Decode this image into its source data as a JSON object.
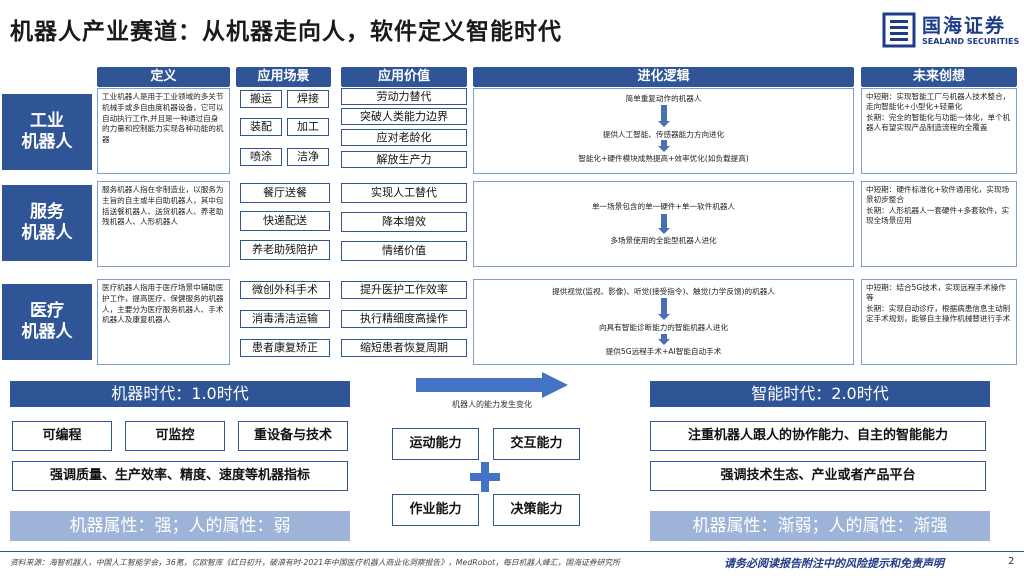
{
  "header": {
    "title": "机器人产业赛道：从机器走向人，软件定义智能时代",
    "logo_cn": "国海证券",
    "logo_en": "SEALAND SECURITIES"
  },
  "columns": [
    "定义",
    "应用场景",
    "应用价值",
    "进化逻辑",
    "未来创想"
  ],
  "rows": [
    {
      "label_line1": "工业",
      "label_line2": "机器人",
      "definition": "工业机器人是用于工业领域的多关节机械手或多自由度机器设备，它可以自动执行工作,并且是一种通过自身的力量和控制能力实现各种功能的机器",
      "scenarios": [
        "搬运",
        "焊接",
        "装配",
        "加工",
        "喷涂",
        "洁净"
      ],
      "values": [
        "劳动力替代",
        "突破人类能力边界",
        "应对老龄化",
        "解放生产力"
      ],
      "logic": [
        "简单重复动作的机器人",
        "提供人工智能、传感器能力方向进化",
        "智能化+硬件模块成熟提高+效率优化(如负载提高)"
      ],
      "future": "中短期：实现智能工厂与机器人技术整合，走向智能化+小型化+轻量化\n长期：完全的智能化与功能一体化，单个机器人有望实现产品制造流程的全覆盖"
    },
    {
      "label_line1": "服务",
      "label_line2": "机器人",
      "definition": "服务机器人指在非制造业，以服务为主旨的自主或半自助机器人，其中包括送餐机器人、送货机器人、养老助残机器人、人形机器人",
      "scenarios": [
        "餐厅送餐",
        "快递配送",
        "养老助残陪护"
      ],
      "values": [
        "实现人工替代",
        "降本增效",
        "情绪价值"
      ],
      "logic": [
        "单一场景包含的单一硬件+单一软件机器人",
        "多场景使用的全能型机器人进化"
      ],
      "future": "中短期：硬件标准化+软件通用化，实现场景初步整合\n长期：人形机器人一套硬件+多套软件，实现全场景应用"
    },
    {
      "label_line1": "医疗",
      "label_line2": "机器人",
      "definition": "医疗机器人指用于医疗场景中辅助医护工作，提高医疗、保健服务的机器人，主要分为医疗服务机器人、手术机器人及康复机器人",
      "scenarios": [
        "微创外科手术",
        "消毒清洁运输",
        "患者康复矫正"
      ],
      "values": [
        "提升医护工作效率",
        "执行精细度高操作",
        "缩短患者恢复周期"
      ],
      "logic": [
        "提供视觉(监视、影像)、听觉(接受指令)、触觉(力学反馈)的机器人",
        "向具有智能诊断能力的智能机器人进化",
        "提供5G远程手术+AI智能自动手术"
      ],
      "future": "中短期：结合5G技术，实现远程手术操作等\n长期：实现自动诊疗，根据病患信息主动制定手术规划，能够自主操作机械替进行手术"
    }
  ],
  "bottom": {
    "era_left": "机器时代：1.0时代",
    "era_right": "智能时代：2.0时代",
    "change_caption": "机器人的能力发生变化",
    "left_features": [
      "可编程",
      "可监控",
      "重设备与技术",
      "强调质量、生产效率、精度、速度等机器指标"
    ],
    "right_features": [
      "注重机器人跟人的协作能力、自主的智能能力",
      "强调技术生态、产业或者产品平台"
    ],
    "capabilities": [
      "运动能力",
      "交互能力",
      "作业能力",
      "决策能力"
    ],
    "attr_left": "机器属性：强；人的属性：弱",
    "attr_right": "机器属性：渐弱；人的属性：渐强"
  },
  "footer": {
    "source": "资料来源：海智机器人，中国人工智能学会，36氪，亿欧智库《红日初升，破浪有时-2021年中国医疗机器人商业化洞察报告》，MedRobot，每日机器人峰汇，国海证券研究所",
    "disclaimer": "请务必阅读报告附注中的风险提示和免责声明",
    "page": "2"
  },
  "colors": {
    "primary": "#2f5597",
    "light": "#9db4d8",
    "brand": "#1f3c88"
  }
}
